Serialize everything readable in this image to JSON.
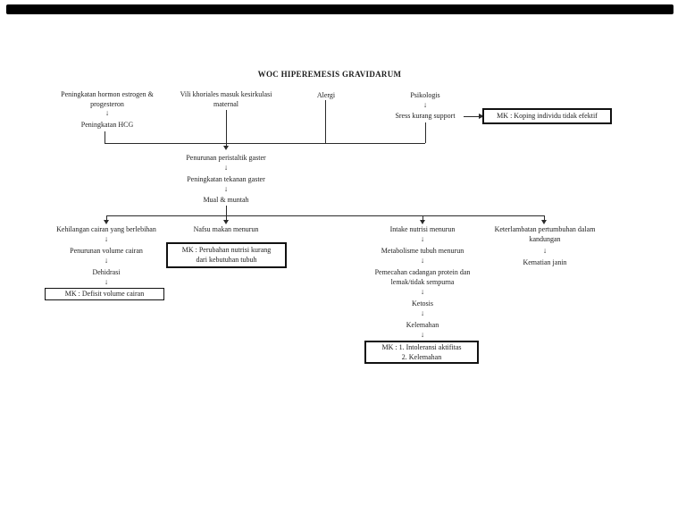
{
  "title": "WOC HIPEREMESIS GRAVIDARUM",
  "glyphs": {
    "down_arrow": "↓"
  },
  "colors": {
    "ink": "#1c1c1c",
    "line": "#2a2a2a",
    "page_bg": "#ffffff",
    "top_bar": "#000000",
    "box_border": "#111111"
  },
  "causes": {
    "hormone": {
      "line1": "Peningkatan hormon estrogen &",
      "line2": "progesteron",
      "result": "Peningkatan HCG"
    },
    "vili": {
      "line1": "Vili khoriales masuk kesirkulasi",
      "line2": "maternal"
    },
    "alergi": {
      "label": "Alergi"
    },
    "psikologis": {
      "label": "Psikologis",
      "effect": "Sress kurang support",
      "mk_box": "MK : Koping individu tidak efektif"
    }
  },
  "central_pathway": {
    "step1": "Penurunan peristaltik gaster",
    "step2": "Peningkatan tekanan gaster",
    "step3": "Mual & muntah"
  },
  "branches": {
    "fluid_loss": {
      "step1": "Kehilangan cairan yang berlebihan",
      "step2": "Penurunan volume cairan",
      "step3": "Dehidrasi",
      "mk_box": "MK : Defisit volume cairan"
    },
    "appetite": {
      "step1": "Nafsu makan menurun",
      "mk_line1": "MK : Perubahan nutrisi kurang",
      "mk_line2": "dari kebutuhan tubuh"
    },
    "nutrition": {
      "step1": "Intake nutrisi menurun",
      "step2": "Metabolisme tubuh menurun",
      "step3_line1": "Pemecahan cadangan protein dan",
      "step3_line2": "lemak/tidak sempurna",
      "step4": "Ketosis",
      "step5": "Kelemahan",
      "mk_line1": "MK : 1. Intoleransi aktifitas",
      "mk_line2": "2. Kelemahan"
    },
    "fetal": {
      "step1_line1": "Keterlambatan pertumbuhan dalam",
      "step1_line2": "kandungan",
      "step2": "Kematian janin"
    }
  }
}
